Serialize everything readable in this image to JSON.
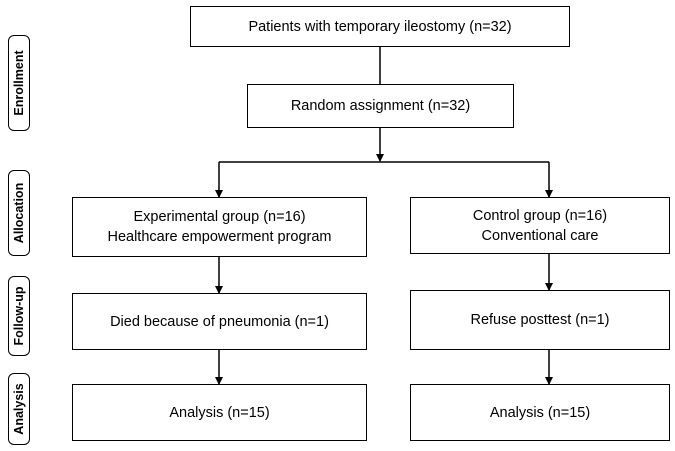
{
  "stages": {
    "enrollment": "Enrollment",
    "allocation": "Allocation",
    "follow_up": "Follow-up",
    "analysis": "Analysis"
  },
  "boxes": {
    "patients": "Patients with temporary ileostomy (n=32)",
    "random": "Random assignment (n=32)",
    "experimental": {
      "line1": "Experimental group (n=16)",
      "line2": "Healthcare empowerment program"
    },
    "control": {
      "line1": "Control group (n=16)",
      "line2": "Conventional care"
    },
    "died": "Died because of pneumonia (n=1)",
    "refuse": "Refuse posttest (n=1)",
    "analysis_left": "Analysis (n=15)",
    "analysis_right": "Analysis (n=15)"
  }
}
